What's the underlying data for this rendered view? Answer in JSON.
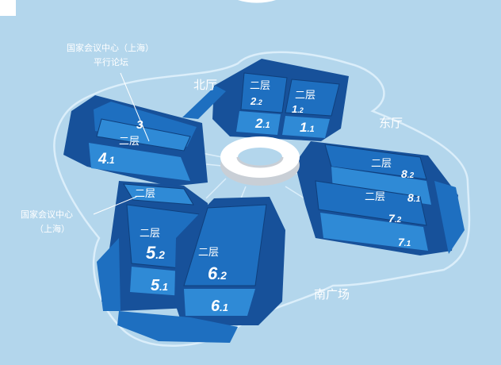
{
  "zones": {
    "north": "北厅",
    "east": "东厅",
    "south": "南广场"
  },
  "annotations": {
    "forum_line1": "国家会议中心（上海）",
    "forum_line2": "平行论坛",
    "center_line1": "国家会议中心",
    "center_line2": "（上海）"
  },
  "floor_label": "二层",
  "halls": {
    "h1_1": {
      "main": "1",
      "sub": "1"
    },
    "h1_2": {
      "main": "1",
      "sub": "2"
    },
    "h2_1": {
      "main": "2",
      "sub": "1"
    },
    "h2_2": {
      "main": "2",
      "sub": "2"
    },
    "h3": {
      "main": "3",
      "sub": ""
    },
    "h4_1": {
      "main": "4",
      "sub": "1"
    },
    "h5_1": {
      "main": "5",
      "sub": "1"
    },
    "h5_2": {
      "main": "5",
      "sub": "2"
    },
    "h6_1": {
      "main": "6",
      "sub": "1"
    },
    "h6_2": {
      "main": "6",
      "sub": "2"
    },
    "h7_1": {
      "main": "7",
      "sub": "1"
    },
    "h7_2": {
      "main": "7",
      "sub": "2"
    },
    "h8_1": {
      "main": "8",
      "sub": "1"
    },
    "h8_2": {
      "main": "8",
      "sub": "2"
    }
  },
  "colors": {
    "background": "#b3d6ec",
    "hall_light": "#2f8ad6",
    "hall_mid": "#1e6fc0",
    "hall_dark": "#17519a",
    "outline": "#dbeefa",
    "hub": "#ffffff"
  }
}
